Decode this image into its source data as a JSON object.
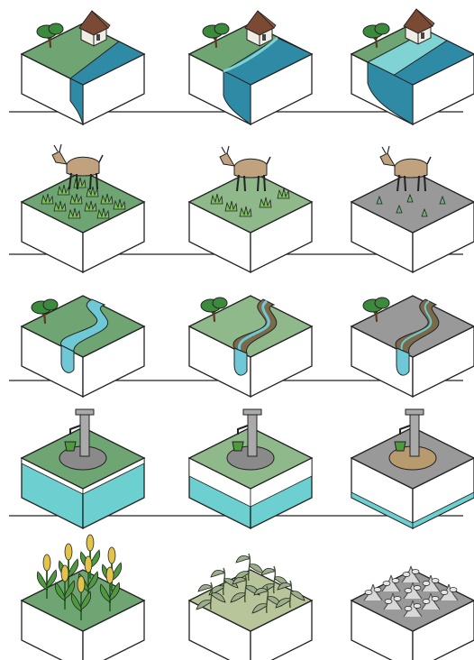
{
  "rows": [
    {
      "id": "coastal-erosion",
      "stages": [
        "stage-1",
        "stage-2",
        "stage-3"
      ]
    },
    {
      "id": "overgrazing",
      "stages": [
        "stage-1",
        "stage-2",
        "stage-3"
      ]
    },
    {
      "id": "river-erosion",
      "stages": [
        "stage-1",
        "stage-2",
        "stage-3"
      ]
    },
    {
      "id": "groundwater-depletion",
      "stages": [
        "stage-1",
        "stage-2",
        "stage-3"
      ]
    },
    {
      "id": "crop-decline",
      "stages": [
        "stage-1",
        "stage-2",
        "stage-3"
      ]
    }
  ],
  "colors": {
    "grass": "#6fa572",
    "grass_pale": "#8fb98a",
    "grass_dry": "#b8c49a",
    "barren": "#999999",
    "water": "#2f8aa6",
    "water_light": "#7fd3d3",
    "river": "#6ec8d6",
    "groundwater": "#6ccfd0",
    "outline": "#222222",
    "side": "#ffffff",
    "tree": "#3c8a3c",
    "trunk": "#5a3a22",
    "roof": "#7a4a35",
    "wall": "#f0ede4",
    "goat": "#c0a27e",
    "pump": "#9a9a9a",
    "crop_leaf": "#4f9a3e",
    "crop_grain": "#e2c44a",
    "wilt_leaf": "#9bb08a"
  }
}
